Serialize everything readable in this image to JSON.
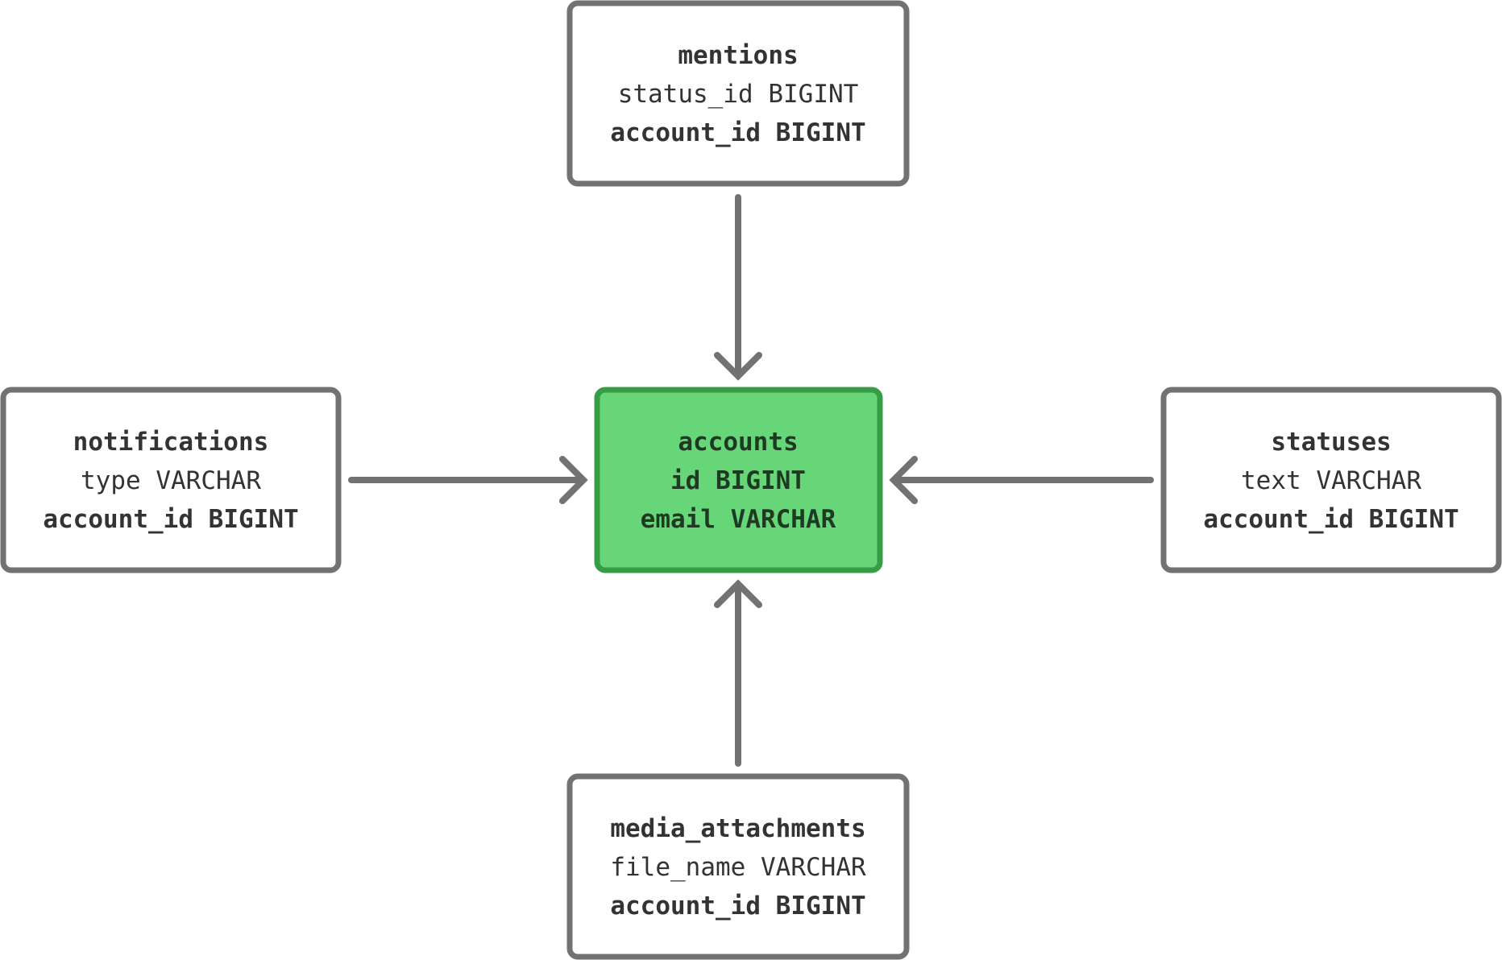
{
  "tables": {
    "accounts": {
      "name": "accounts",
      "fields": [
        "id BIGINT",
        "email VARCHAR"
      ],
      "color": "#66d678"
    },
    "mentions": {
      "name": "mentions",
      "fields": [
        "status_id BIGINT",
        "account_id BIGINT"
      ]
    },
    "notifications": {
      "name": "notifications",
      "fields": [
        "type VARCHAR",
        "account_id BIGINT"
      ]
    },
    "statuses": {
      "name": "statuses",
      "fields": [
        "text VARCHAR",
        "account_id BIGINT"
      ]
    },
    "media_attachments": {
      "name": "media_attachments",
      "fields": [
        "file_name VARCHAR",
        "account_id BIGINT"
      ]
    }
  }
}
